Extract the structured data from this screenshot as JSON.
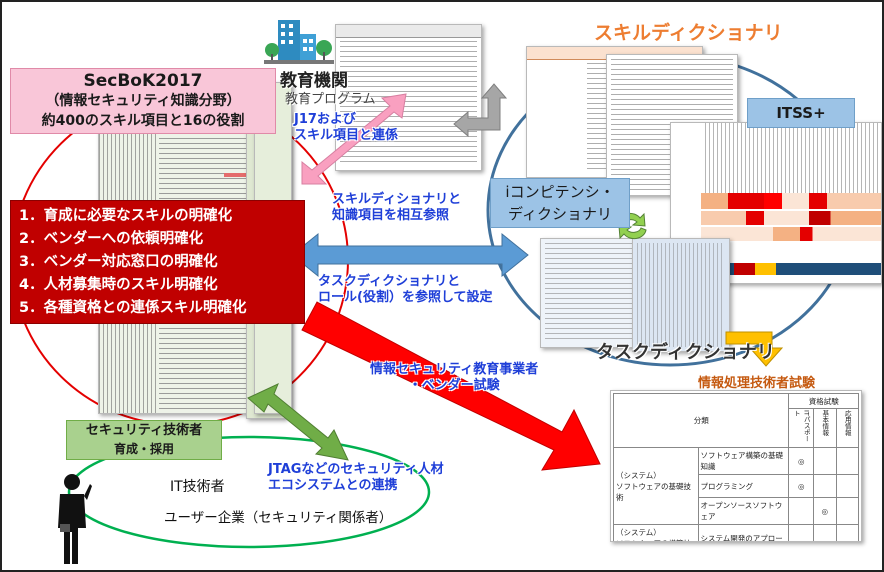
{
  "secbok": {
    "title": "SecBoK2017",
    "line2": "（情報セキュリティ知識分野）",
    "line3": "約400のスキル項目と16の役割"
  },
  "benefits": [
    "1．育成に必要なスキルの明確化",
    "2．ベンダーへの依頼明確化",
    "3．ベンダー対応窓口の明確化",
    "4．人材募集時のスキル明確化",
    "5．各種資格との連係スキル明確化"
  ],
  "education": {
    "title": "教育機関",
    "subtitle": "教育プログラム"
  },
  "skill_dictionary_label": "スキルディクショナリ",
  "itss_label": "ITSS+",
  "icompetency_label": "iコンピテンシ・\nディクショナリ",
  "task_dictionary_label": "タスクディクショナリ",
  "exam_label": "情報処理技術者試験",
  "annotations": {
    "j17": "J17および\nスキル項目と連係",
    "skill_ref": "スキルディショナリと\n知識項目を相互参照",
    "task_ref": "タスクディクショナリと\nロール(役割）を参照して設定",
    "vendor": "情報セキュリティ教育事業者\n・ベンダー試験",
    "jtag": "JTAGなどのセキュリティ人材\nエコシステムとの連携"
  },
  "security_engineer": {
    "line1": "セキュリティ技術者",
    "line2": "育成・採用"
  },
  "user_company": {
    "it_engineer": "IT技術者",
    "label": "ユーザー企業（セキュリティ関係者）"
  },
  "exam_table": {
    "header_category": "分類",
    "header_exam": "資格試験",
    "column_codes": [
      "ITパスポート",
      "基本情報",
      "応用情報"
    ],
    "rows": [
      {
        "group": "（システム）\nソフトウェアの基礎技術",
        "item": "ソフトウェア構築の基礎知識",
        "marks": [
          "◎",
          "",
          ""
        ]
      },
      {
        "group": "",
        "item": "プログラミング",
        "marks": [
          "◎",
          "",
          ""
        ]
      },
      {
        "group": "",
        "item": "オープンソースソフトウェア",
        "marks": [
          "",
          "◎",
          ""
        ]
      },
      {
        "group": "（システム）\nソフトウェアの構築技術",
        "item": "システム開発のアプローチ",
        "marks": [
          "",
          "○",
          ""
        ]
      }
    ]
  },
  "colors": {
    "red": "#e40000",
    "dark_red": "#c00000",
    "blue_box": "#9cc3e6",
    "pink_box": "#f9c6d8",
    "green_box": "#a9d18e",
    "orange_title": "#ed7d31",
    "exam_title": "#c55a11"
  }
}
